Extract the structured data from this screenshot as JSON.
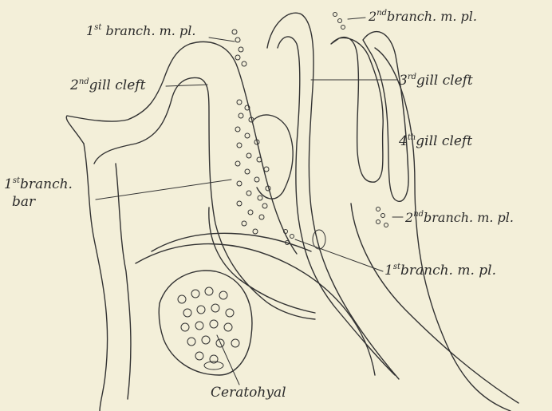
{
  "figure": {
    "labels": {
      "first_branch_mpl_top": {
        "ord": "1",
        "sup": "st",
        "text": "branch. m. pl."
      },
      "second_branch_mpl_top": {
        "ord": "2",
        "sup": "nd",
        "text": "branch. m. pl."
      },
      "second_gill_cleft": {
        "ord": "2",
        "sup": "nd",
        "text": "gill cleft"
      },
      "third_gill_cleft": {
        "ord": "3",
        "sup": "rd",
        "text": "gill cleft"
      },
      "fourth_gill_cleft": {
        "ord": "4",
        "sup": "th",
        "text": "gill cleft"
      },
      "first_branch_bar": {
        "ord": "1",
        "sup": "st",
        "text": "branch.",
        "text2": "bar"
      },
      "second_branch_mpl_right": {
        "ord": "2",
        "sup": "nd",
        "text": "branch. m. pl."
      },
      "first_branch_mpl_bottom": {
        "ord": "1",
        "sup": "st",
        "text": "branch. m. pl."
      },
      "ceratohyal": {
        "text": "Ceratohyal"
      }
    }
  }
}
